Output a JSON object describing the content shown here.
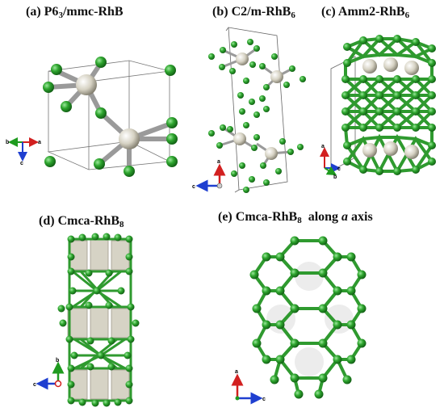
{
  "panels": {
    "a": {
      "label": "(a)",
      "phase": "P6",
      "phase_sub": "3",
      "phase_rest": "/mmc-RhB",
      "formula_sub": ""
    },
    "b": {
      "label": "(b)",
      "phase": "C2/m-RhB",
      "phase_sub": "",
      "phase_rest": "",
      "formula_sub": "6"
    },
    "c": {
      "label": "(c)",
      "phase": "Amm2-RhB",
      "phase_sub": "",
      "phase_rest": "",
      "formula_sub": "6"
    },
    "d": {
      "label": "(d)",
      "phase": "Cmca-RhB",
      "phase_sub": "",
      "phase_rest": "",
      "formula_sub": "8"
    },
    "e": {
      "label": "(e)",
      "phase": "Cmca-RhB",
      "phase_sub": "",
      "phase_rest": "",
      "formula_sub": "8",
      "suffix": "along",
      "axis": "a",
      "suffix2": "axis"
    }
  },
  "axes": {
    "a": {
      "h1": "b",
      "h2": "a",
      "v": "c"
    },
    "b": {
      "v": "a",
      "h": "c"
    },
    "c": {
      "v": "a",
      "h1": "c",
      "h2": "b"
    },
    "d": {
      "v": "b",
      "h": "c"
    },
    "e": {
      "v": "a",
      "h": "c"
    }
  },
  "colors": {
    "boron": "#2f9a2f",
    "boron_highlight": "#8fe08f",
    "rhodium": "#d9d6c8",
    "rhodium_shade": "#8f8b7c",
    "cell_line": "#555555",
    "axis_red": "#d22020",
    "axis_green": "#1f9b1f",
    "axis_blue": "#1f3fd0"
  }
}
